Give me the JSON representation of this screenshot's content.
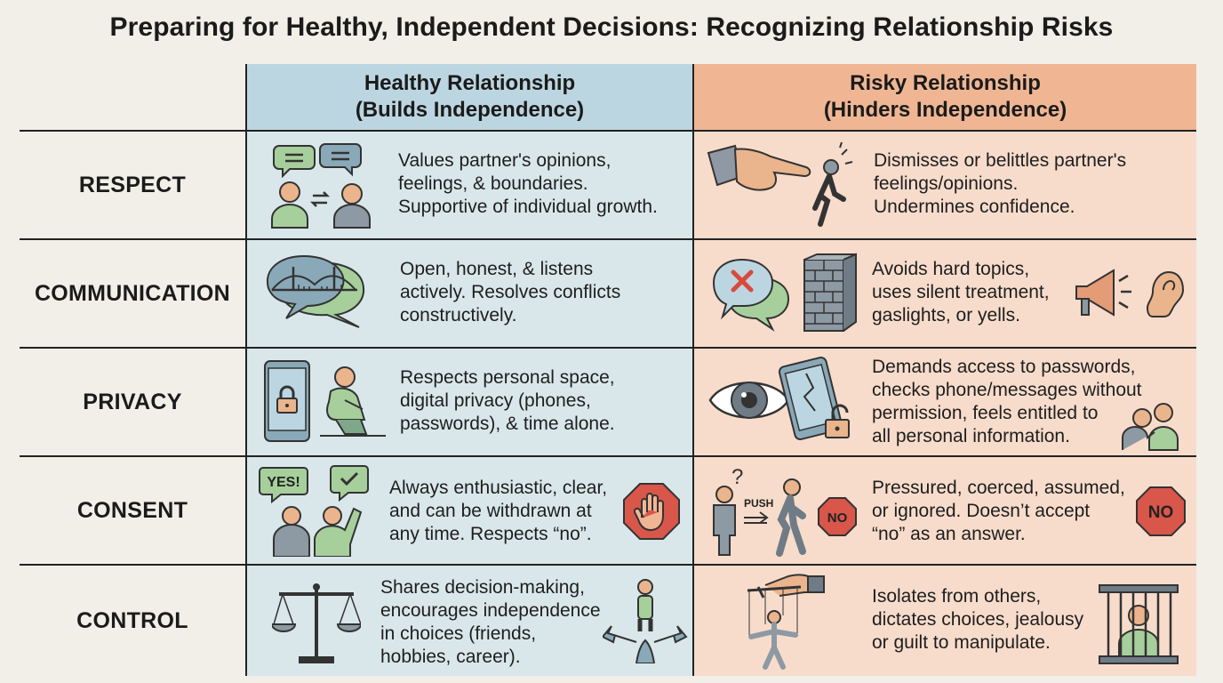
{
  "title": "Preparing for Healthy, Independent Decisions: Recognizing Relationship Risks",
  "columns": {
    "healthy": {
      "line1": "Healthy Relationship",
      "line2": "(Builds Independence)",
      "color": "#bcd6e1"
    },
    "risky": {
      "line1": "Risky Relationship",
      "line2": "(Hinders Independence)",
      "color": "#f0b694"
    }
  },
  "rows": [
    {
      "label": "RESPECT",
      "healthy": [
        "Values partner's opinions,",
        "feelings, & boundaries.",
        "Supportive of individual growth."
      ],
      "risky": [
        "Dismisses or belittles partner's",
        "feelings/opinions.",
        "Undermines confidence."
      ]
    },
    {
      "label": "COMMUNICATION",
      "healthy": [
        "Open, honest, & listens",
        "actively. Resolves conflicts",
        "constructively."
      ],
      "risky": [
        "Avoids hard topics,",
        "uses silent treatment,",
        "gaslights, or yells."
      ]
    },
    {
      "label": "PRIVACY",
      "healthy": [
        "Respects personal space,",
        "digital privacy (phones,",
        "passwords), & time alone."
      ],
      "risky": [
        "Demands access to passwords,",
        "checks phone/messages without",
        "permission, feels entitled to",
        "all personal information."
      ]
    },
    {
      "label": "CONSENT",
      "healthy": [
        "Always enthusiastic, clear,",
        "and can be withdrawn at",
        "any time. Respects “no”."
      ],
      "risky": [
        "Pressured, coerced, assumed,",
        "or ignored. Doesn’t accept",
        "“no” as an answer."
      ],
      "badges": {
        "yes": "YES!",
        "push": "PUSH",
        "no": "NO",
        "question": "?"
      }
    },
    {
      "label": "CONTROL",
      "healthy": [
        "Shares decision-making,",
        "encourages independence",
        "in choices (friends,",
        "hobbies, career)."
      ],
      "risky": [
        "Isolates from others,",
        "dictates choices, jealousy",
        "or guilt to manipulate."
      ]
    }
  ]
}
